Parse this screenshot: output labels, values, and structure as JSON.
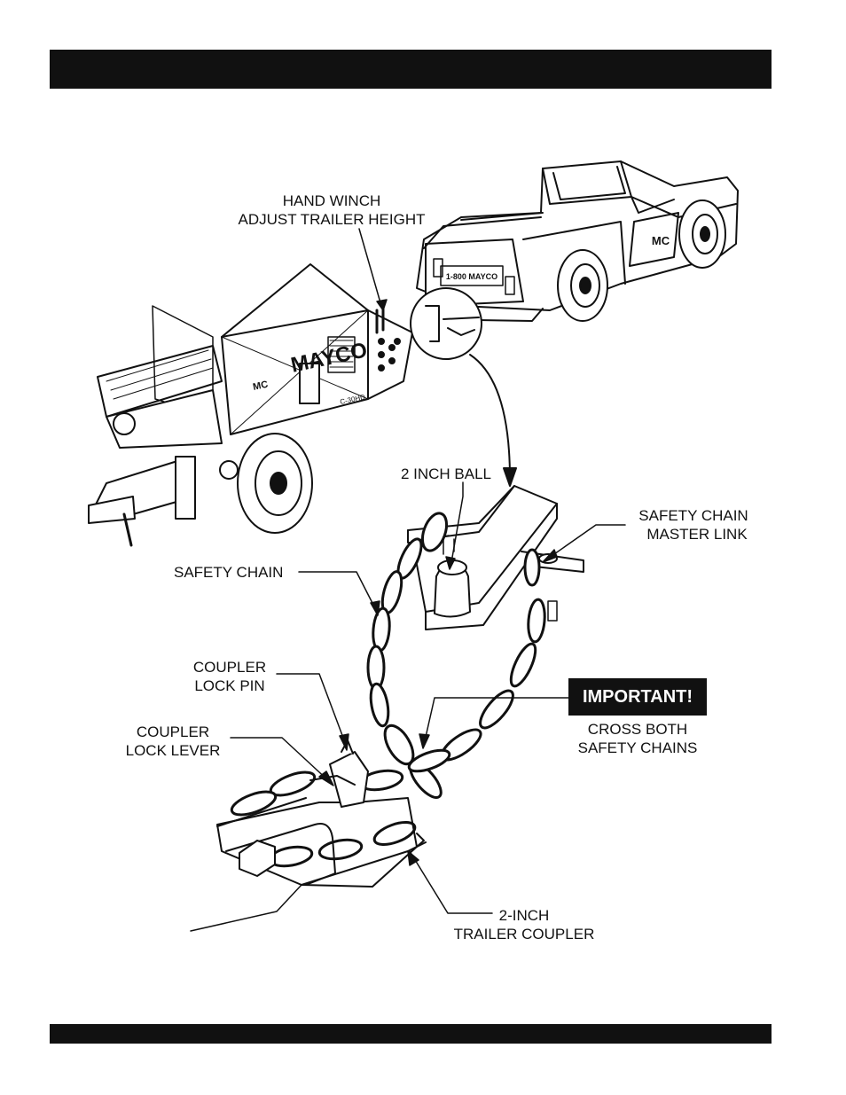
{
  "labels": {
    "hand_winch": [
      "HAND WINCH",
      "ADJUST TRAILER HEIGHT"
    ],
    "ball": "2 INCH BALL",
    "master_link": [
      "SAFETY CHAIN",
      "MASTER LINK"
    ],
    "safety_chain": "SAFETY CHAIN",
    "lock_pin": [
      "COUPLER",
      "LOCK PIN"
    ],
    "lock_lever": [
      "COUPLER",
      "LOCK LEVER"
    ],
    "important": "IMPORTANT!",
    "cross": [
      "CROSS BOTH",
      "SAFETY CHAINS"
    ],
    "trailer_coupler": [
      "2-INCH",
      "TRAILER COUPLER"
    ]
  },
  "vehicle_text": {
    "pump_brand": "MAYCO",
    "pump_logo": "MC",
    "pump_model": "C-30HD",
    "plate": "1-800 MAYCO",
    "truck_logo": "MC"
  }
}
